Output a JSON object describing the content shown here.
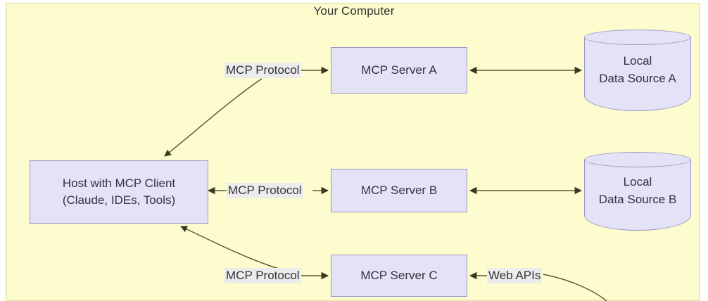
{
  "boundary": {
    "title": "Your Computer",
    "bg_color": "#fdfccf",
    "border_color": "#eaeab4"
  },
  "theme": {
    "node_fill": "#e4e2f7",
    "node_stroke": "#9c96c4",
    "edge_color": "#5a5a32",
    "text_color": "#32323c",
    "label_bg": "#ececec"
  },
  "nodes": {
    "host": {
      "line1": "Host with MCP Client",
      "line2": "(Claude, IDEs, Tools)"
    },
    "server_a": {
      "label": "MCP Server A"
    },
    "server_b": {
      "label": "MCP Server B"
    },
    "server_c": {
      "label": "MCP Server C"
    },
    "data_source_a": {
      "line1": "Local",
      "line2": "Data Source A"
    },
    "data_source_b": {
      "line1": "Local",
      "line2": "Data Source B"
    }
  },
  "edge_labels": {
    "mcp_protocol_a": "MCP Protocol",
    "mcp_protocol_b": "MCP Protocol",
    "mcp_protocol_c": "MCP Protocol",
    "web_apis": "Web APIs"
  }
}
